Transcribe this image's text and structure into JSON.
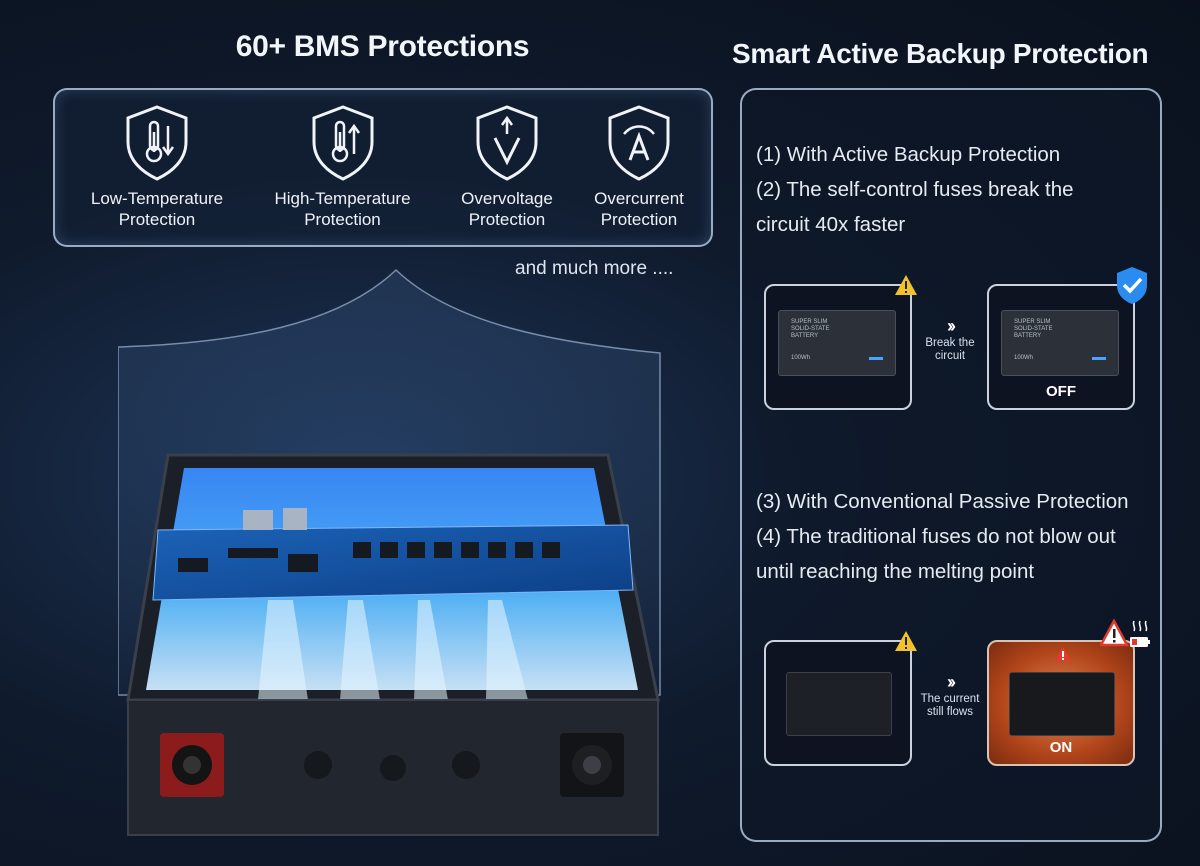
{
  "bms": {
    "title": "60+ BMS Protections",
    "protections": [
      {
        "label_line1": "Low-Temperature",
        "label_line2": "Protection",
        "icon": "low-temperature-shield-icon"
      },
      {
        "label_line1": "High-Temperature",
        "label_line2": "Protection",
        "icon": "high-temperature-shield-icon"
      },
      {
        "label_line1": "Overvoltage",
        "label_line2": "Protection",
        "icon": "overvoltage-shield-icon"
      },
      {
        "label_line1": "Overcurrent",
        "label_line2": "Protection",
        "icon": "overcurrent-shield-icon"
      }
    ],
    "more": "and much more ...."
  },
  "backup": {
    "title": "Smart Active Backup Protection",
    "step1": "(1) With Active Backup Protection",
    "step2_line1": "(2) The self-control fuses break the",
    "step2_line2": "circuit 40x faster",
    "step3": "(3) With Conventional Passive Protection",
    "step4_line1": "(4) The traditional fuses do not blow out",
    "step4_line2": "until reaching the melting point",
    "active": {
      "arrow_line1": "Break the",
      "arrow_line2": "circuit",
      "result": "OFF"
    },
    "passive": {
      "arrow_line1": "The current",
      "arrow_line2": "still flows",
      "result": "ON"
    },
    "device_text_line1": "SUPER SLIM",
    "device_text_line2": "SOLID-STATE",
    "device_text_line3": "BATTERY",
    "device_capacity": "100Wh"
  },
  "colors": {
    "warning": "#f2c12e",
    "shield_blue": "#2a8cf0",
    "hot_orange": "#c8541c",
    "alert_red": "#e23b2e"
  }
}
